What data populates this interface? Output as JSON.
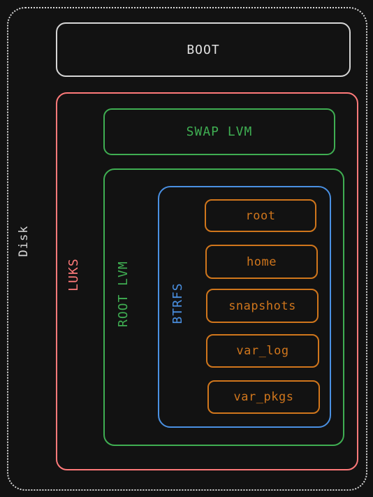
{
  "diagram": {
    "disk": {
      "label": "Disk",
      "color": "#d8d8d8"
    },
    "boot": {
      "label": "BOOT",
      "color": "#d6d6d6"
    },
    "luks": {
      "label": "LUKS",
      "color": "#ff7a7a"
    },
    "swap_lvm": {
      "label": "SWAP LVM",
      "color": "#3fae52"
    },
    "root_lvm": {
      "label": "ROOT LVM",
      "color": "#3fae52"
    },
    "btrfs": {
      "label": "BTRFS",
      "color": "#4a90e2"
    },
    "subvolume_color": "#d0761c",
    "subvolumes": [
      {
        "label": "root"
      },
      {
        "label": "home"
      },
      {
        "label": "snapshots"
      },
      {
        "label": "var_log"
      },
      {
        "label": "var_pkgs"
      }
    ]
  }
}
